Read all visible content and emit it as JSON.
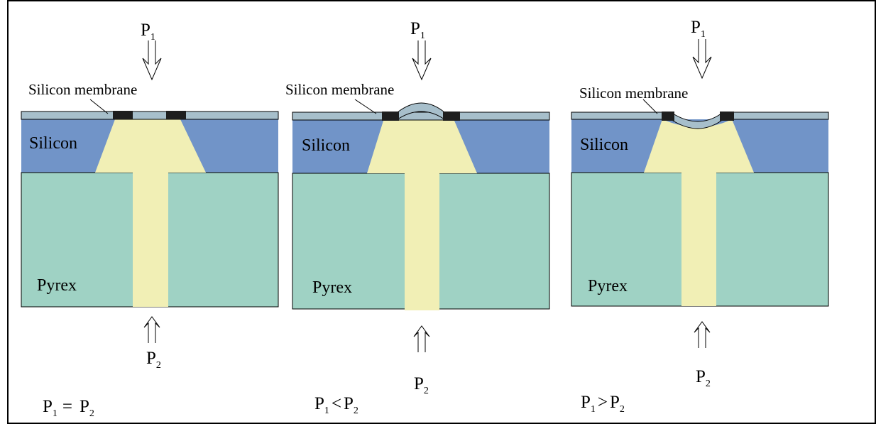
{
  "colors": {
    "membrane": "#a7bfcb",
    "silicon": "#7194c8",
    "pyrex": "#9fd2c4",
    "channel": "#f1efb5",
    "contact": "#1e1e1e",
    "line": "#000000"
  },
  "panels": [
    {
      "condition": "equal",
      "top_pressure": {
        "symbol": "P",
        "subscript": "1"
      },
      "bottom_pressure": {
        "symbol": "P",
        "subscript": "2"
      },
      "membrane_label": "Silicon membrane",
      "silicon_label": "Silicon",
      "pyrex_label": "Pyrex",
      "relation": {
        "left_symbol": "P",
        "left_sub": "1",
        "operator": "=",
        "right_symbol": "P",
        "right_sub": "2"
      }
    },
    {
      "condition": "bulge-up",
      "top_pressure": {
        "symbol": "P",
        "subscript": "1"
      },
      "bottom_pressure": {
        "symbol": "P",
        "subscript": "2"
      },
      "membrane_label": "Silicon membrane",
      "silicon_label": "Silicon",
      "pyrex_label": "Pyrex",
      "relation": {
        "left_symbol": "P",
        "left_sub": "1",
        "operator": "<",
        "right_symbol": "P",
        "right_sub": "2"
      }
    },
    {
      "condition": "bulge-down",
      "top_pressure": {
        "symbol": "P",
        "subscript": "1"
      },
      "bottom_pressure": {
        "symbol": "P",
        "subscript": "2"
      },
      "membrane_label": "Silicon membrane",
      "silicon_label": "Silicon",
      "pyrex_label": "Pyrex",
      "relation": {
        "left_symbol": "P",
        "left_sub": "1",
        "operator": ">",
        "right_symbol": "P",
        "right_sub": "2"
      }
    }
  ]
}
